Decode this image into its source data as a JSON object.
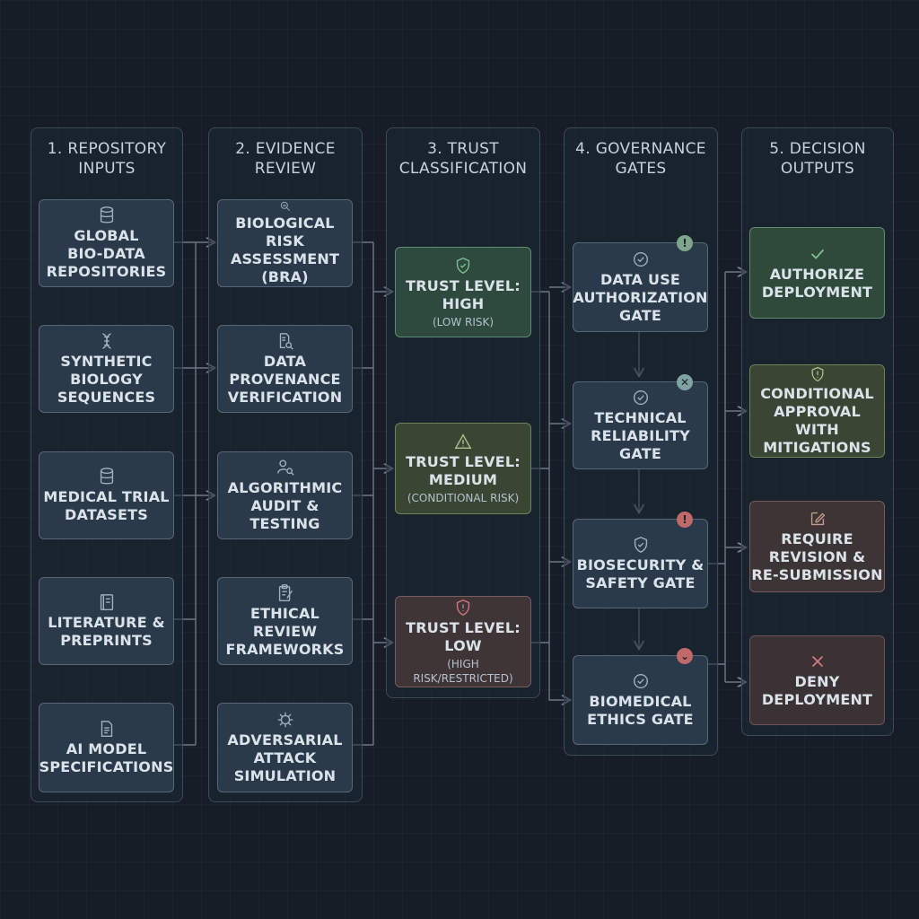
{
  "columns": [
    {
      "title": "1. REPOSITORY\nINPUTS"
    },
    {
      "title": "2. EVIDENCE\nREVIEW"
    },
    {
      "title": "3. TRUST\nCLASSIFICATION"
    },
    {
      "title": "4. GOVERNANCE\nGATES"
    },
    {
      "title": "5. DECISION\nOUTPUTS"
    }
  ],
  "inputs": [
    {
      "label": "GLOBAL\nBIO-DATA\nREPOSITORIES",
      "icon": "database-icon"
    },
    {
      "label": "SYNTHETIC\nBIOLOGY\nSEQUENCES",
      "icon": "dna-icon"
    },
    {
      "label": "MEDICAL TRIAL\nDATASETS",
      "icon": "database-icon"
    },
    {
      "label": "LITERATURE &\nPREPRINTS",
      "icon": "book-icon"
    },
    {
      "label": "AI MODEL\nSPECIFICATIONS",
      "icon": "document-icon"
    }
  ],
  "evidence": [
    {
      "label": "BIOLOGICAL RISK\nASSESSMENT\n(BRA)",
      "icon": "search-chart-icon"
    },
    {
      "label": "DATA\nPROVENANCE\nVERIFICATION",
      "icon": "document-search-icon"
    },
    {
      "label": "ALGORITHMIC\nAUDIT & TESTING",
      "icon": "user-search-icon"
    },
    {
      "label": "ETHICAL REVIEW\nFRAMEWORKS",
      "icon": "clipboard-icon"
    },
    {
      "label": "ADVERSARIAL\nATTACK\nSIMULATION",
      "icon": "bug-icon"
    }
  ],
  "trust": [
    {
      "label": "TRUST LEVEL:\nHIGH",
      "sub": "(LOW RISK)",
      "icon": "shield-check-icon"
    },
    {
      "label": "TRUST LEVEL:\nMEDIUM",
      "sub": "(CONDITIONAL RISK)",
      "icon": "warning-icon"
    },
    {
      "label": "TRUST LEVEL:\nLOW",
      "sub": "(HIGH RISK/RESTRICTED)",
      "icon": "shield-alert-icon"
    }
  ],
  "gates": [
    {
      "label": "DATA USE\nAUTHORIZATION\nGATE",
      "icon": "check-circle-icon",
      "badge_color": "#7fa68c"
    },
    {
      "label": "TECHNICAL\nRELIABILITY\nGATE",
      "icon": "check-circle-icon",
      "badge_color": "#7fa3a0"
    },
    {
      "label": "BIOSECURITY &\nSAFETY GATE",
      "icon": "shield-check-icon",
      "badge_color": "#c0686a"
    },
    {
      "label": "BIOMEDICAL\nETHICS GATE",
      "icon": "check-circle-icon",
      "badge_color": "#c0686a"
    }
  ],
  "outputs": [
    {
      "label": "AUTHORIZE\nDEPLOYMENT",
      "icon": "checkmark-icon"
    },
    {
      "label": "CONDITIONAL\nAPPROVAL WITH\nMITIGATIONS",
      "icon": "shield-alert-icon"
    },
    {
      "label": "REQUIRE\nREVISION &\nRE-SUBMISSION",
      "icon": "edit-icon"
    },
    {
      "label": "DENY\nDEPLOYMENT",
      "icon": "x-icon"
    }
  ]
}
